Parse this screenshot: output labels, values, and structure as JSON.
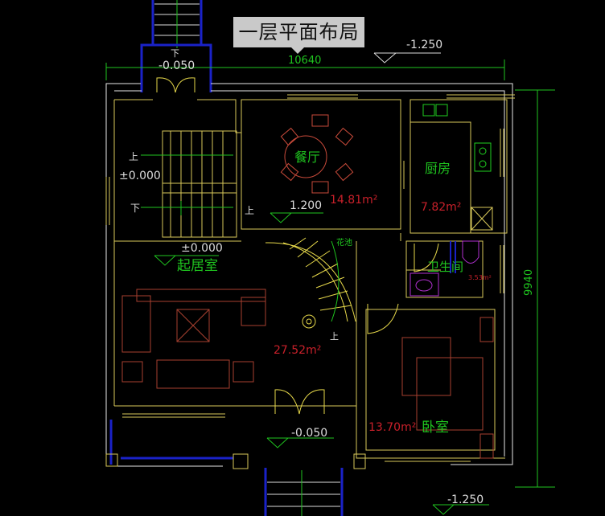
{
  "title": "一层平面布局",
  "dimensions": {
    "width_total": "10640",
    "depth_total": "9940"
  },
  "elevations": {
    "top_right": "-1.250",
    "entrance_top": "-0.050",
    "stair_hall": "±0.000",
    "living": "±0.000",
    "dining": "1.200",
    "front_porch": "-0.050",
    "bottom_right": "-1.250"
  },
  "stair_labels": {
    "up_1": "上",
    "down_1": "下",
    "up_2": "上",
    "down_top": "下",
    "up_curved": "上"
  },
  "rooms": {
    "dining": {
      "name": "餐厅",
      "area": "14.81m²"
    },
    "kitchen": {
      "name": "厨房",
      "area": "7.82m²"
    },
    "living": {
      "name": "起居室",
      "area": "27.52m²"
    },
    "bathroom": {
      "name": "卫生间",
      "area": "3.53m²"
    },
    "bedroom": {
      "name": "卧室",
      "area": "13.70m²"
    },
    "planter": {
      "name": "花池"
    }
  },
  "colors": {
    "wall": "#e8e8e8",
    "inner": "#d8c85a",
    "dim": "#1fc41f",
    "furniture": "#c84a3a",
    "area_text": "#c8202a",
    "room_text": "#2bd12b",
    "blue": "#1a22c8",
    "bath": "#b030d0"
  }
}
